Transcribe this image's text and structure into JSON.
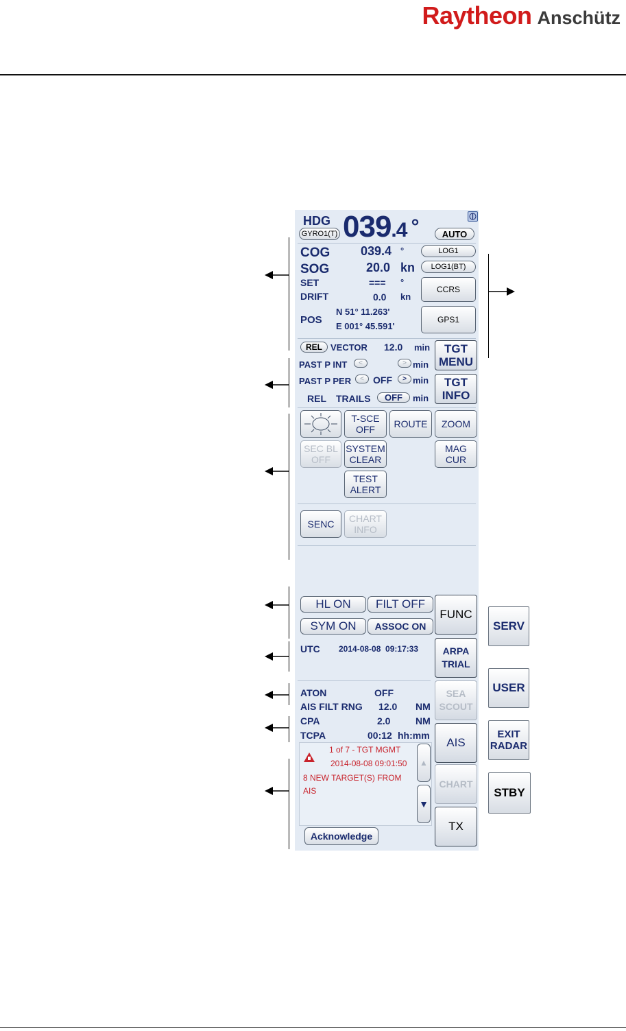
{
  "header": {
    "logo_main": "Raytheon",
    "logo_secondary": "Anschütz"
  },
  "heading": {
    "label": "HDG",
    "source_button": "GYRO1(T)",
    "value_main": "039",
    "value_decimal": ".4",
    "unit": "°",
    "mode_button": "AUTO"
  },
  "nav": {
    "cog_label": "COG",
    "cog_value": "039.4",
    "cog_unit": "°",
    "sog_label": "SOG",
    "sog_value": "20.0",
    "sog_unit": "kn",
    "set_label": "SET",
    "set_value": "===",
    "set_unit": "°",
    "drift_label": "DRIFT",
    "drift_value": "0.0",
    "drift_unit": "kn",
    "pos_label": "POS",
    "pos_lat": "N 51° 11.263'",
    "pos_lon": "E 001° 45.591'",
    "log1_button": "LOG1",
    "log1bt_button": "LOG1(BT)",
    "ccrs_button": "CCRS",
    "gps1_button": "GPS1"
  },
  "vector": {
    "rel_button": "REL",
    "vector_label": "VECTOR",
    "vector_value": "12.0",
    "unit": "min",
    "past_int_label": "PAST P INT",
    "past_per_label": "PAST P PER",
    "past_per_value": "OFF",
    "left_arrow": "<",
    "right_arrow": ">",
    "trails_rel": "REL",
    "trails_label": "TRAILS",
    "trails_value": "OFF",
    "tgt_menu_button": "TGT\nMENU",
    "tgt_info_button": "TGT\nINFO"
  },
  "functions": {
    "tsce_button": "T-SCE\nOFF",
    "route_button": "ROUTE",
    "zoom_button": "ZOOM",
    "secbl_button": "SEC BL\nOFF",
    "system_clear_button": "SYSTEM\nCLEAR",
    "mag_cur_button": "MAG\nCUR",
    "test_alert_button": "TEST\nALERT",
    "senc_button": "SENC",
    "chart_info_button": "CHART\nINFO"
  },
  "targets": {
    "hl_button": "HL ON",
    "filt_button": "FILT OFF",
    "sym_button": "SYM ON",
    "assoc_button": "ASSOC ON",
    "utc_label": "UTC",
    "utc_value": "2014-08-08  09:17:33",
    "aton_label": "ATON",
    "aton_value": "OFF",
    "ais_filt_label": "AIS FILT RNG",
    "ais_filt_value": "12.0",
    "ais_filt_unit": "NM",
    "cpa_label": "CPA",
    "cpa_value": "2.0",
    "cpa_unit": "NM",
    "tcpa_label": "TCPA",
    "tcpa_value": "00:12",
    "tcpa_unit": "hh:mm"
  },
  "alert": {
    "counter": "1 of 7 - TGT MGMT",
    "time": "2014-08-08 09:01:50",
    "message_line1": "8 NEW TARGET(S) FROM",
    "message_line2": "AIS",
    "ack_button": "Acknowledge"
  },
  "side_buttons": {
    "func": "FUNC",
    "arpa_trial": "ARPA\nTRIAL",
    "sea_scout": "SEA\nSCOUT",
    "ais": "AIS",
    "chart": "CHART",
    "tx": "TX"
  },
  "external_buttons": {
    "serv": "SERV",
    "user": "USER",
    "exit_radar": "EXIT\nRADAR",
    "stby": "STBY"
  },
  "colors": {
    "panel": "#e4ebf4",
    "text": "#1a2b6e",
    "alert": "#c8232c",
    "logo_red": "#d11b1b"
  }
}
